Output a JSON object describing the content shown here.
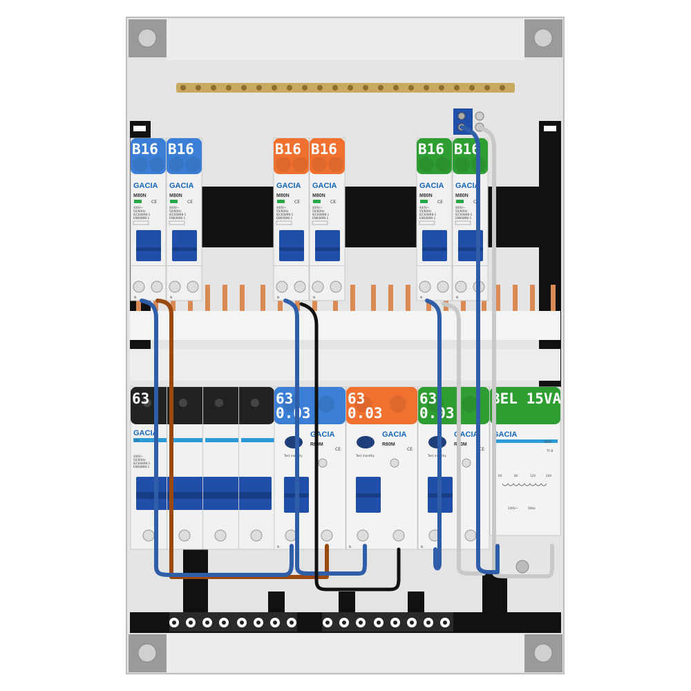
{
  "mcb_row": [
    {
      "id": "b1",
      "rating": "B16",
      "brand": "GACIA",
      "model": "M80N",
      "color": "#3a7fd5"
    },
    {
      "id": "b2",
      "rating": "B16",
      "brand": "GACIA",
      "model": "M80N",
      "color": "#3a7fd5"
    },
    {
      "id": "b3",
      "rating": "B16",
      "brand": "GACIA",
      "model": "M80N",
      "color": "#f07030"
    },
    {
      "id": "b4",
      "rating": "B16",
      "brand": "GACIA",
      "model": "M80N",
      "color": "#f07030"
    },
    {
      "id": "b5",
      "rating": "B16",
      "brand": "GACIA",
      "model": "M80N",
      "color": "#2e9e32"
    },
    {
      "id": "b6",
      "rating": "B16",
      "brand": "GACIA",
      "model": "M80N",
      "color": "#2e9e32"
    }
  ],
  "main_switch": {
    "rating": "63",
    "brand": "GACIA",
    "model": "DH",
    "color": "#222222"
  },
  "rcds": [
    {
      "id": "r1",
      "rating": "63",
      "sensitivity": "0.03",
      "brand": "GACIA",
      "model": "R80M",
      "test_label": "Test monthly",
      "color": "#3a7fd5"
    },
    {
      "id": "r2",
      "rating": "63",
      "sensitivity": "0.03",
      "brand": "GACIA",
      "model": "R80M",
      "test_label": "Test monthly",
      "color": "#f07030"
    },
    {
      "id": "r3",
      "rating": "63",
      "sensitivity": "0.03",
      "brand": "GACIA",
      "model": "R80M",
      "test_label": "Test monthly",
      "color": "#2e9e32"
    }
  ],
  "transformer": {
    "label": "BEL 15VA",
    "brand": "GACIA",
    "model": "TF-B",
    "power": "15VA",
    "taps": [
      "0V",
      "8V",
      "12V",
      "24V"
    ],
    "supply": "230V~",
    "freq": "50Hz",
    "color": "#2e9e32"
  },
  "spec_lines": [
    "400V~",
    "50/60Hz",
    "IEC60898-1",
    "EN60898-1"
  ],
  "neutral_mark": "N",
  "cert_mark": "CE",
  "colors": {
    "blue": "#3a7fd5",
    "orange": "#f07030",
    "green": "#2e9e32",
    "wire_blue": "#2f5da8",
    "wire_brown": "#9a4a10",
    "wire_black": "#111111",
    "wire_grey": "#c8c8c8",
    "enclosure": "#e6e6e6",
    "rail": "#111111"
  }
}
